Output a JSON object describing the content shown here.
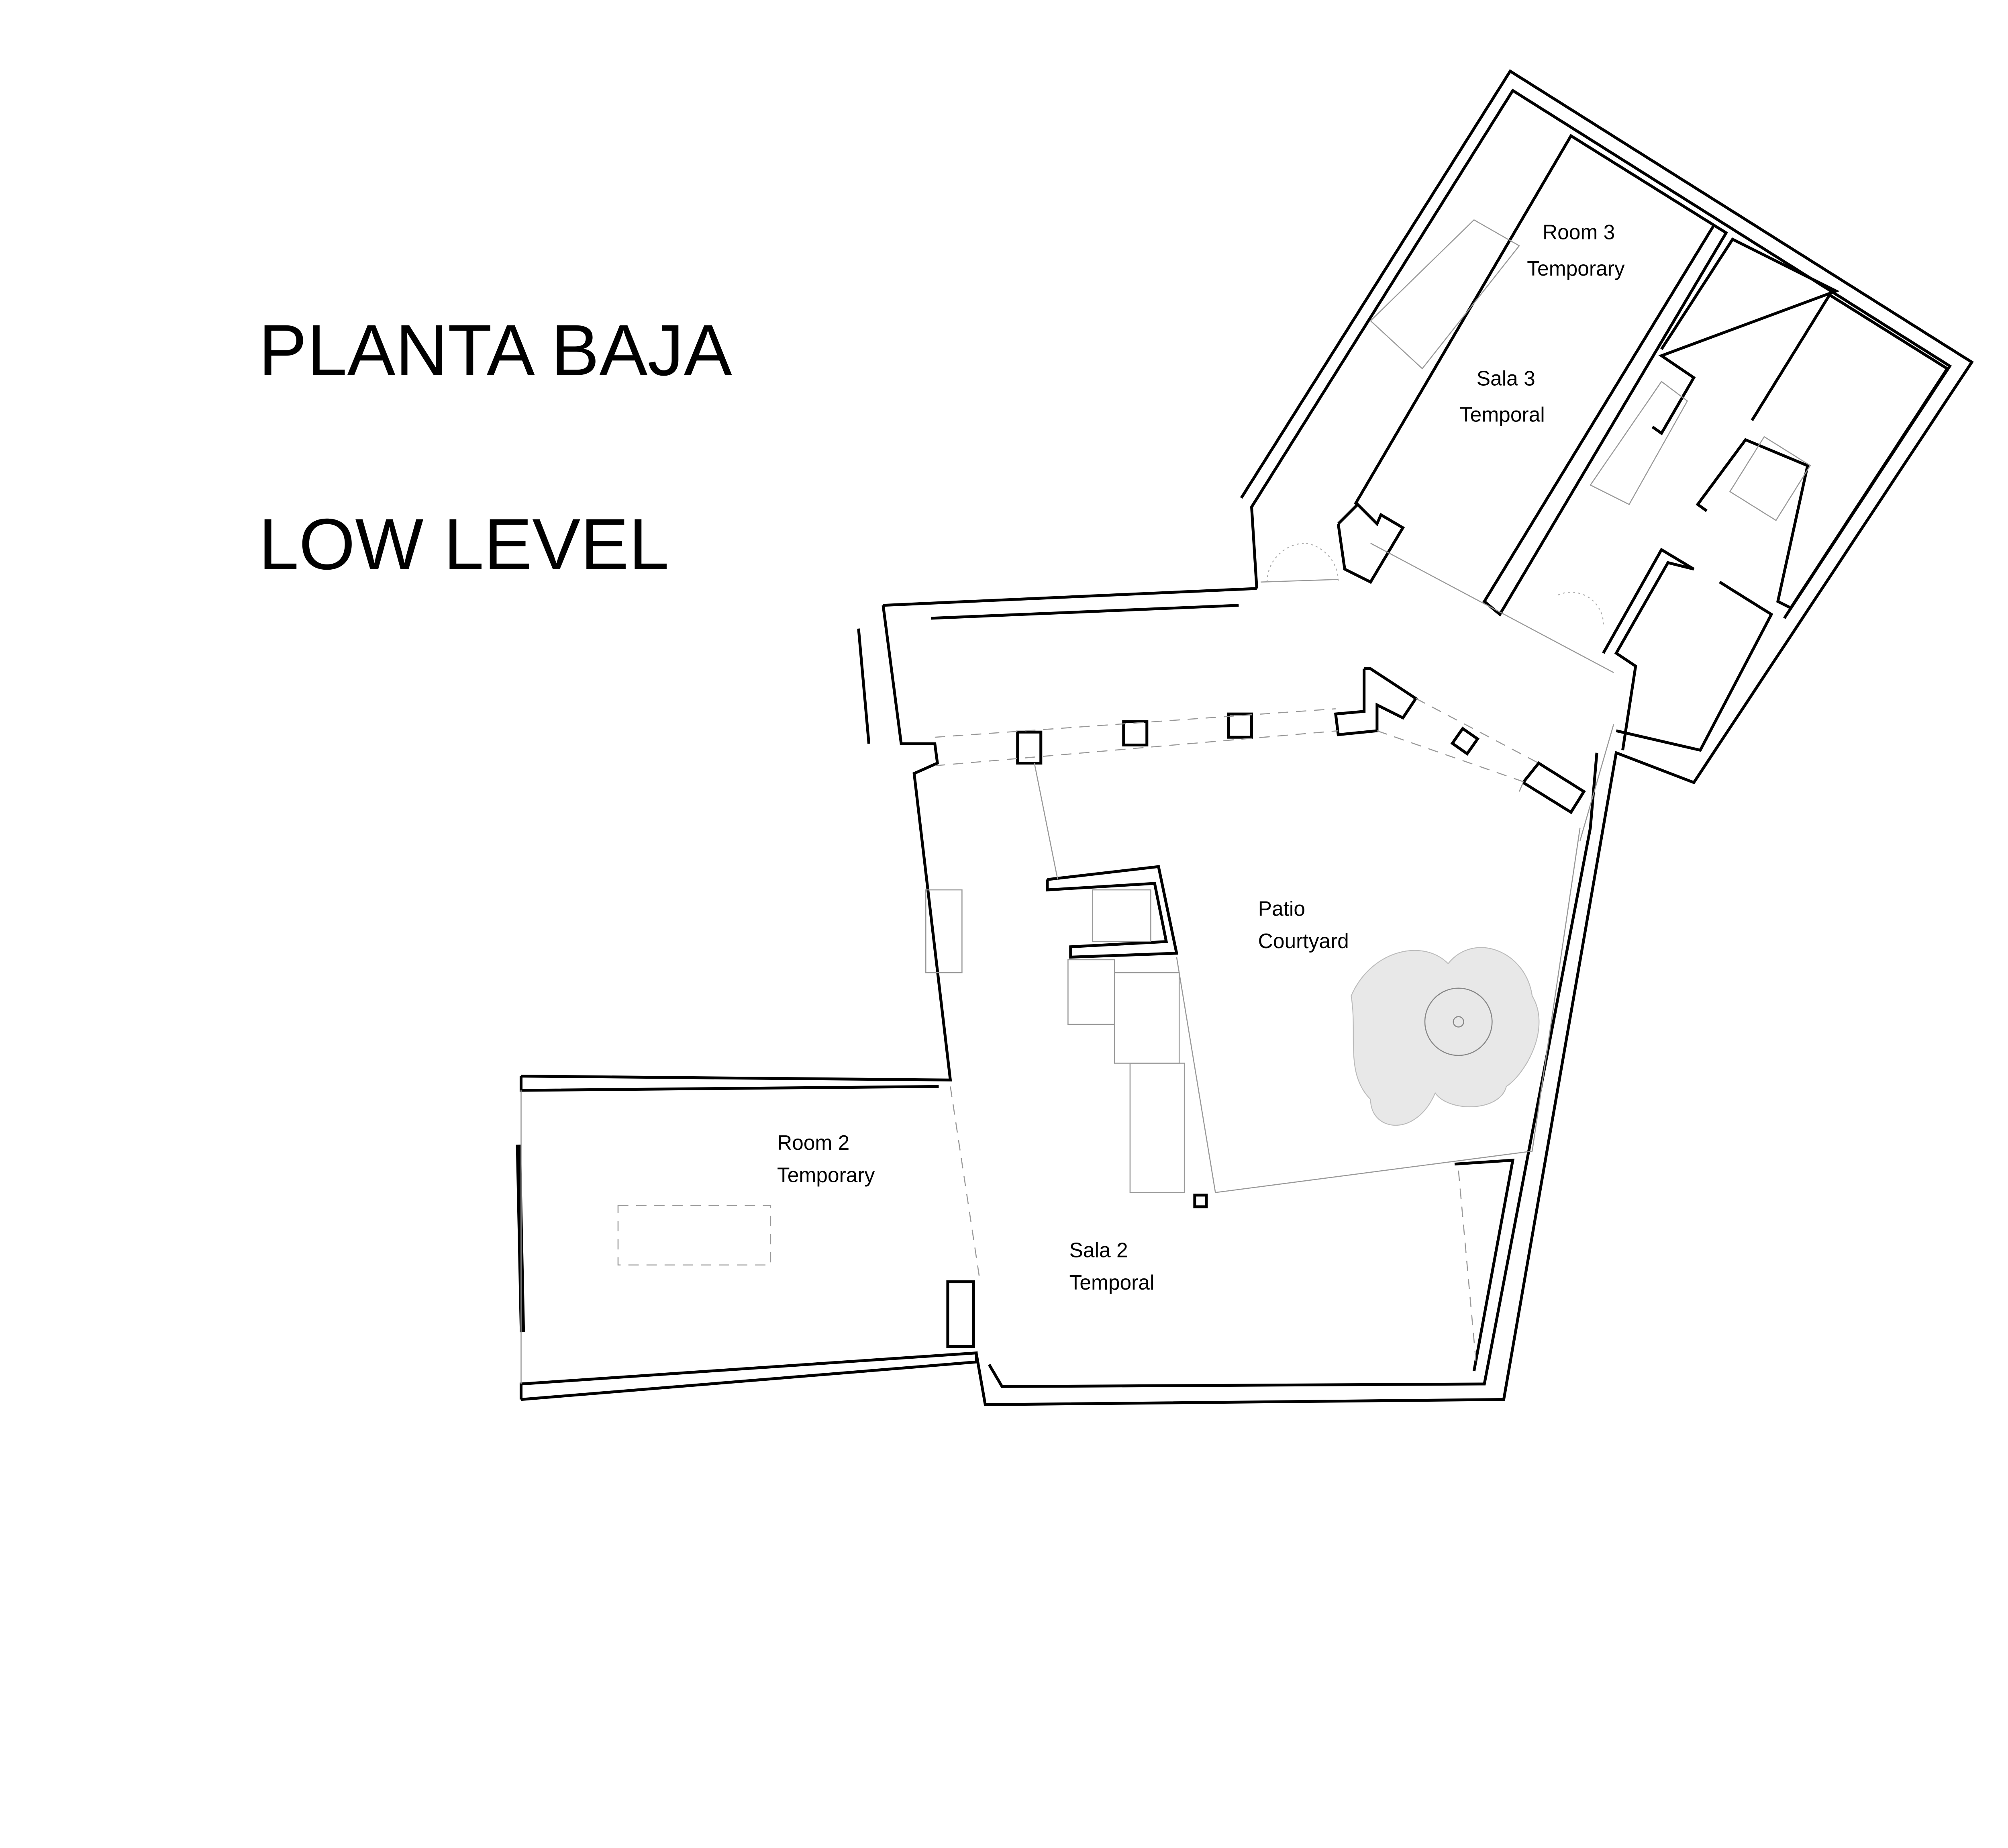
{
  "titles": {
    "spanish": "PLANTA BAJA",
    "english": "LOW LEVEL"
  },
  "rooms": {
    "room3": {
      "en": "Room 3",
      "en_sub": "Temporary",
      "es": "Sala 3",
      "es_sub": "Temporal"
    },
    "patio": {
      "es": "Patio",
      "en": "Courtyard"
    },
    "room2": {
      "en": "Room 2",
      "en_sub": "Temporary",
      "es": "Sala 2",
      "es_sub": "Temporal"
    }
  },
  "colors": {
    "wall": "#000000",
    "fixture": "#999999"
  }
}
